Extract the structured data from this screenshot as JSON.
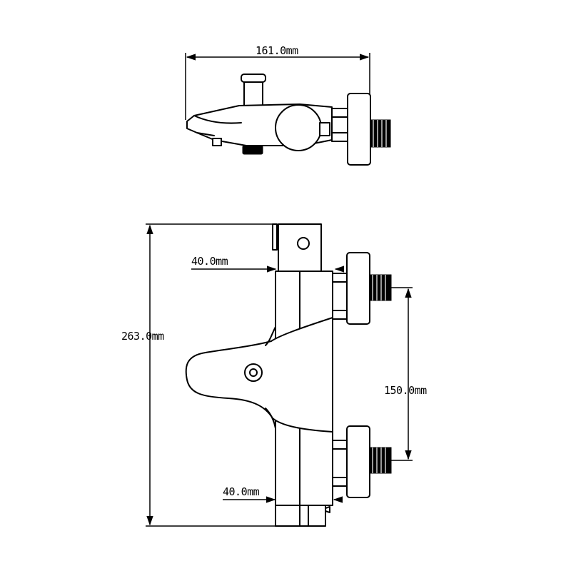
{
  "dimensions": {
    "overall_width": "161.0mm",
    "overall_height": "263.0mm",
    "top_clearance": "40.0mm",
    "inlet_centres": "150.0mm",
    "bottom_clearance": "40.0mm"
  },
  "colors": {
    "line": "#000000",
    "background": "#ffffff"
  }
}
